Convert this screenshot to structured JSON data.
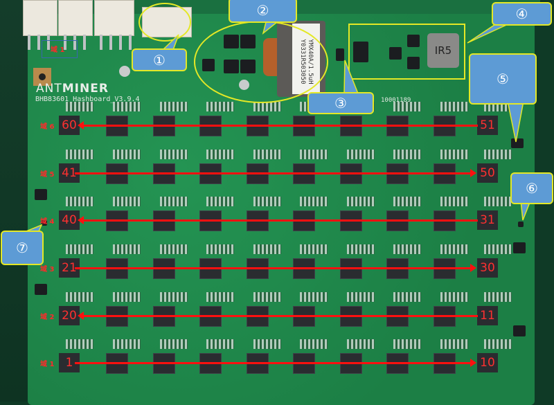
{
  "board": {
    "brand_prefix": "ANT",
    "brand_suffix": "MINER",
    "model": "BHB83601_Hashboard_V3.9.4",
    "serial": "10001189",
    "inductor_label_line1": "YMX40A/1.5uH",
    "inductor_label_line2": "Y0331R503050",
    "power_inductor_label": "IR5"
  },
  "callouts": [
    "①",
    "②",
    "③",
    "④",
    "⑤",
    "⑥",
    "⑦"
  ],
  "top_domain_label": "域 1",
  "rows": [
    {
      "domain": "域 6",
      "left": "60",
      "right": "51",
      "direction": "left"
    },
    {
      "domain": "域 5",
      "left": "41",
      "right": "50",
      "direction": "right"
    },
    {
      "domain": "域 4",
      "left": "40",
      "right": "31",
      "direction": "left"
    },
    {
      "domain": "域 3",
      "left": "21",
      "right": "30",
      "direction": "right"
    },
    {
      "domain": "域 2",
      "left": "20",
      "right": "11",
      "direction": "left"
    },
    {
      "domain": "域 1",
      "left": "1",
      "right": "10",
      "direction": "right"
    }
  ],
  "colors": {
    "board": "#1f8a4c",
    "callout": "#5d9bd5",
    "outline": "#e4e826",
    "arrow": "#ff1010"
  }
}
